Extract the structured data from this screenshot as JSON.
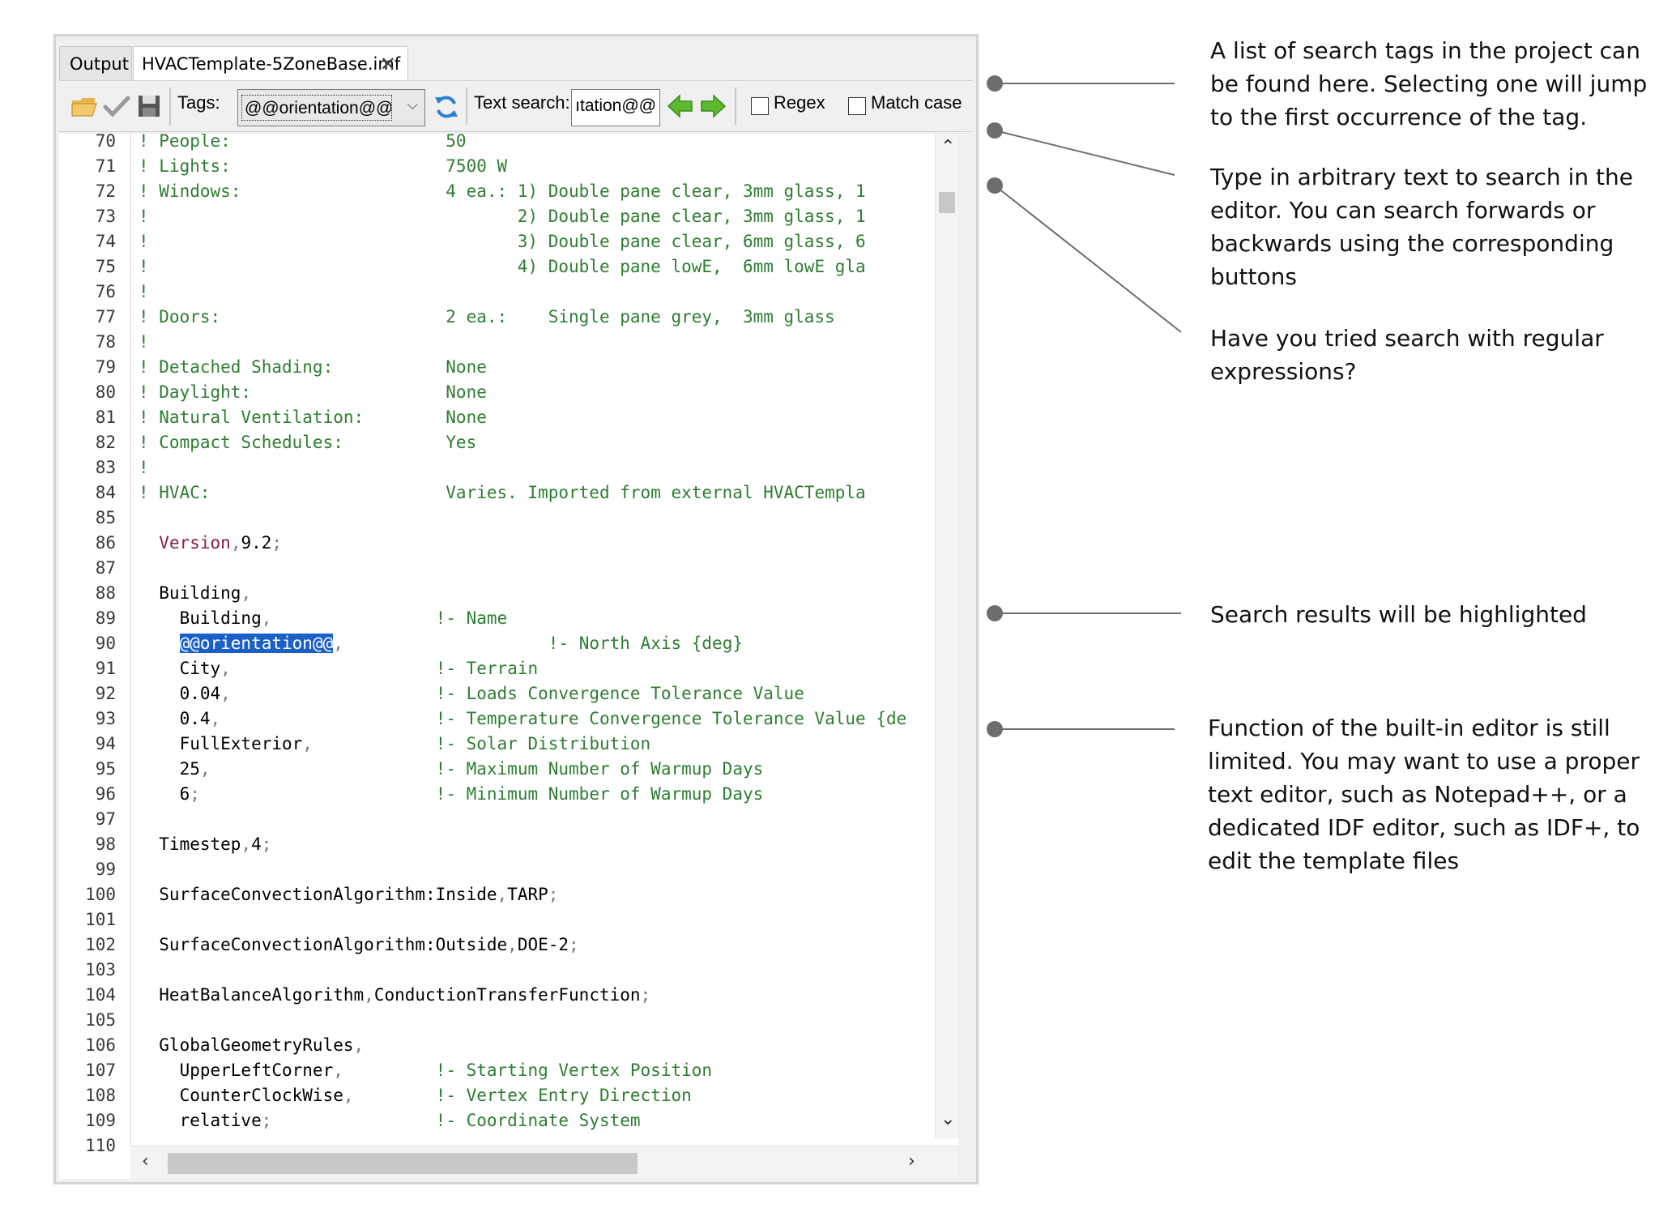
{
  "tabs": {
    "output": "Output",
    "file": "HVACTemplate-5ZoneBase.imf",
    "close_glyph": "✕"
  },
  "toolbar": {
    "tags_label": "Tags:",
    "tags_value": "@@orientation@@",
    "text_search_label": "Text search:",
    "text_search_value": "ıtation@@",
    "regex_label": "Regex",
    "match_case_label": "Match case"
  },
  "code_lines": [
    {
      "n": "70",
      "t": [
        [
          "cm",
          "! People:                     50"
        ]
      ]
    },
    {
      "n": "71",
      "t": [
        [
          "cm",
          "! Lights:                     7500 W"
        ]
      ]
    },
    {
      "n": "72",
      "t": [
        [
          "cm",
          "! Windows:                    4 ea.: 1) Double pane clear, 3mm glass, 1"
        ]
      ]
    },
    {
      "n": "73",
      "t": [
        [
          "cm",
          "!                                    2) Double pane clear, 3mm glass, 1"
        ]
      ]
    },
    {
      "n": "74",
      "t": [
        [
          "cm",
          "!                                    3) Double pane clear, 6mm glass, 6"
        ]
      ]
    },
    {
      "n": "75",
      "t": [
        [
          "cm",
          "!                                    4) Double pane lowE,  6mm lowE gla"
        ]
      ]
    },
    {
      "n": "76",
      "t": [
        [
          "cm",
          "!"
        ]
      ]
    },
    {
      "n": "77",
      "t": [
        [
          "cm",
          "! Doors:                      2 ea.:    Single pane grey,  3mm glass"
        ]
      ]
    },
    {
      "n": "78",
      "t": [
        [
          "cm",
          "!"
        ]
      ]
    },
    {
      "n": "79",
      "t": [
        [
          "cm",
          "! Detached Shading:           None"
        ]
      ]
    },
    {
      "n": "80",
      "t": [
        [
          "cm",
          "! Daylight:                   None"
        ]
      ]
    },
    {
      "n": "81",
      "t": [
        [
          "cm",
          "! Natural Ventilation:        None"
        ]
      ]
    },
    {
      "n": "82",
      "t": [
        [
          "cm",
          "! Compact Schedules:          Yes"
        ]
      ]
    },
    {
      "n": "83",
      "t": [
        [
          "cm",
          "!"
        ]
      ]
    },
    {
      "n": "84",
      "t": [
        [
          "cm",
          "! HVAC:                       Varies. Imported from external HVACTempla"
        ]
      ]
    },
    {
      "n": "85",
      "t": []
    },
    {
      "n": "86",
      "t": [
        [
          "",
          "  "
        ],
        [
          "kw",
          "Version"
        ],
        [
          "pn",
          ","
        ],
        [
          "",
          "9.2"
        ],
        [
          "pn",
          ";"
        ]
      ]
    },
    {
      "n": "87",
      "t": []
    },
    {
      "n": "88",
      "t": [
        [
          "",
          "  Building"
        ],
        [
          "pn",
          ","
        ]
      ]
    },
    {
      "n": "89",
      "t": [
        [
          "",
          "    Building"
        ],
        [
          "pn",
          ","
        ],
        [
          "",
          "                "
        ],
        [
          "cm",
          "!- Name"
        ]
      ]
    },
    {
      "n": "90",
      "t": [
        [
          "",
          "    "
        ],
        [
          "hl",
          "@@orientation@@"
        ],
        [
          "pn",
          ","
        ],
        [
          "",
          "                    "
        ],
        [
          "cm",
          "!- North Axis {deg}"
        ]
      ]
    },
    {
      "n": "91",
      "t": [
        [
          "",
          "    City"
        ],
        [
          "pn",
          ","
        ],
        [
          "",
          "                    "
        ],
        [
          "cm",
          "!- Terrain"
        ]
      ]
    },
    {
      "n": "92",
      "t": [
        [
          "",
          "    0.04"
        ],
        [
          "pn",
          ","
        ],
        [
          "",
          "                    "
        ],
        [
          "cm",
          "!- Loads Convergence Tolerance Value"
        ]
      ]
    },
    {
      "n": "93",
      "t": [
        [
          "",
          "    0.4"
        ],
        [
          "pn",
          ","
        ],
        [
          "",
          "                     "
        ],
        [
          "cm",
          "!- Temperature Convergence Tolerance Value {de"
        ]
      ]
    },
    {
      "n": "94",
      "t": [
        [
          "",
          "    FullExterior"
        ],
        [
          "pn",
          ","
        ],
        [
          "",
          "            "
        ],
        [
          "cm",
          "!- Solar Distribution"
        ]
      ]
    },
    {
      "n": "95",
      "t": [
        [
          "",
          "    25"
        ],
        [
          "pn",
          ","
        ],
        [
          "",
          "                      "
        ],
        [
          "cm",
          "!- Maximum Number of Warmup Days"
        ]
      ]
    },
    {
      "n": "96",
      "t": [
        [
          "",
          "    6"
        ],
        [
          "pn",
          ";"
        ],
        [
          "",
          "                       "
        ],
        [
          "cm",
          "!- Minimum Number of Warmup Days"
        ]
      ]
    },
    {
      "n": "97",
      "t": []
    },
    {
      "n": "98",
      "t": [
        [
          "",
          "  Timestep"
        ],
        [
          "pn",
          ","
        ],
        [
          "",
          "4"
        ],
        [
          "pn",
          ";"
        ]
      ]
    },
    {
      "n": "99",
      "t": []
    },
    {
      "n": "100",
      "t": [
        [
          "",
          "  SurfaceConvectionAlgorithm:Inside"
        ],
        [
          "pn",
          ","
        ],
        [
          "",
          "TARP"
        ],
        [
          "pn",
          ";"
        ]
      ]
    },
    {
      "n": "101",
      "t": []
    },
    {
      "n": "102",
      "t": [
        [
          "",
          "  SurfaceConvectionAlgorithm:Outside"
        ],
        [
          "pn",
          ","
        ],
        [
          "",
          "DOE-2"
        ],
        [
          "pn",
          ";"
        ]
      ]
    },
    {
      "n": "103",
      "t": []
    },
    {
      "n": "104",
      "t": [
        [
          "",
          "  HeatBalanceAlgorithm"
        ],
        [
          "pn",
          ","
        ],
        [
          "",
          "ConductionTransferFunction"
        ],
        [
          "pn",
          ";"
        ]
      ]
    },
    {
      "n": "105",
      "t": []
    },
    {
      "n": "106",
      "t": [
        [
          "",
          "  GlobalGeometryRules"
        ],
        [
          "pn",
          ","
        ]
      ]
    },
    {
      "n": "107",
      "t": [
        [
          "",
          "    UpperLeftCorner"
        ],
        [
          "pn",
          ","
        ],
        [
          "",
          "         "
        ],
        [
          "cm",
          "!- Starting Vertex Position"
        ]
      ]
    },
    {
      "n": "108",
      "t": [
        [
          "",
          "    CounterClockWise"
        ],
        [
          "pn",
          ","
        ],
        [
          "",
          "        "
        ],
        [
          "cm",
          "!- Vertex Entry Direction"
        ]
      ]
    },
    {
      "n": "109",
      "t": [
        [
          "",
          "    relative"
        ],
        [
          "pn",
          ";"
        ],
        [
          "",
          "                "
        ],
        [
          "cm",
          "!- Coordinate System"
        ]
      ]
    },
    {
      "n": "110",
      "t": []
    }
  ],
  "annotations": [
    {
      "text": "A list of search tags in the project can be found here. Selecting one will jump to the first occurrence of the tag."
    },
    {
      "text": "Type in arbitrary text to search in the editor. You can search forwards or backwards using the corresponding buttons"
    },
    {
      "text": "Have you tried search with regular expressions?"
    },
    {
      "text": "Search results will be highlighted"
    },
    {
      "text": "Function of the built-in editor is still limited. You may want to use a proper text editor, such as Notepad++, or a dedicated IDF editor, such as IDF+, to edit the template files"
    }
  ],
  "icons": [
    "open-folder-icon",
    "check-icon",
    "save-icon",
    "refresh-icon",
    "arrow-left-icon",
    "arrow-right-icon"
  ],
  "colors": {
    "comment": "#2e7d32",
    "keyword": "#8b1a4a",
    "highlight": "#1a60c8"
  }
}
